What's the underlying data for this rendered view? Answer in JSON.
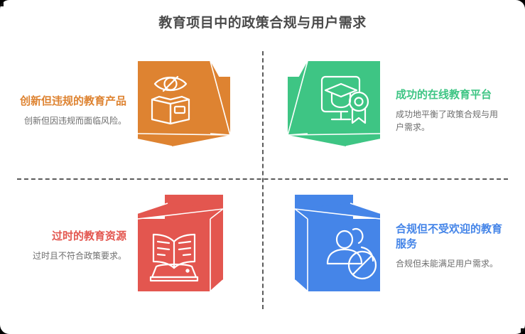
{
  "page": {
    "title": "教育项目中的政策合规与用户需求",
    "background_color": "#ffffff",
    "title_color": "#4a4a4a",
    "divider_color": "#5b5b5b"
  },
  "quadrants": [
    {
      "id": "top-left",
      "title": "创新但违规的教育产品",
      "description": "创新但因违规而面临风险。",
      "color": "#de8331",
      "icon": "eye-slash-book-icon",
      "fold": "right"
    },
    {
      "id": "top-right",
      "title": "成功的在线教育平台",
      "description": "成功地平衡了政策合规与用户需求。",
      "color": "#3ec584",
      "icon": "monitor-graduation-award-icon",
      "fold": "left"
    },
    {
      "id": "bottom-left",
      "title": "过时的教育资源",
      "description": "过时且不符合政策要求。",
      "color": "#e3564f",
      "icon": "open-book-stand-icon",
      "fold": "right"
    },
    {
      "id": "bottom-right",
      "title": "合规但不受欢迎的教育服务",
      "description": "合规但未能满足用户需求。",
      "color": "#4585e8",
      "icon": "users-prohibited-icon",
      "fold": "left"
    }
  ]
}
